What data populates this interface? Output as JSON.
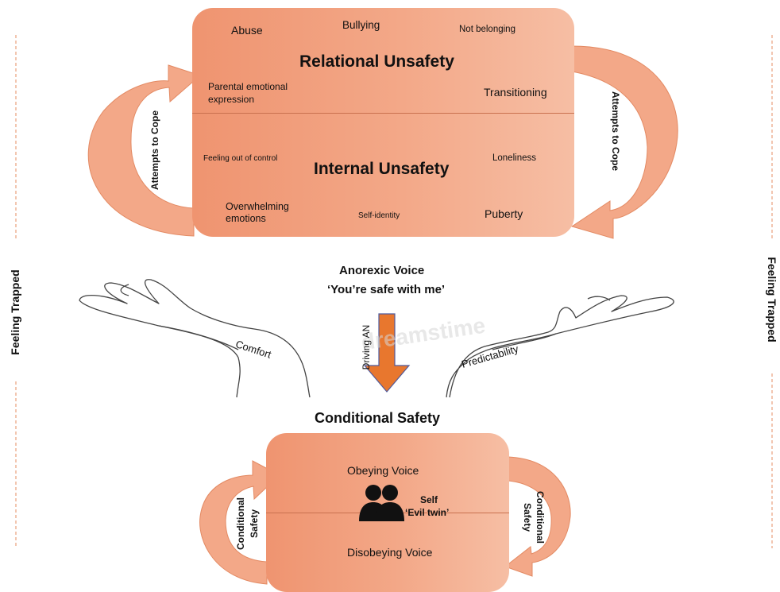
{
  "side_labels": {
    "left": "Feeling Trapped",
    "right": "Feeling Trapped"
  },
  "top_box": {
    "relational_title": "Relational Unsafety",
    "relational_items": {
      "abuse": "Abuse",
      "bullying": "Bullying",
      "not_belonging": "Not belonging",
      "parental_line1": "Parental emotional",
      "parental_line2": "expression",
      "transitioning": "Transitioning"
    },
    "internal_title": "Internal Unsafety",
    "internal_items": {
      "out_of_control": "Feeling out of control",
      "loneliness": "Loneliness",
      "overwhelming_line1": "Overwhelming",
      "overwhelming_line2": "emotions",
      "self_identity": "Self-identity",
      "puberty": "Puberty"
    },
    "left_arrow_label": "Attempts to Cope",
    "right_arrow_label": "Attempts to Cope"
  },
  "middle": {
    "voice_title": "Anorexic Voice",
    "voice_quote": "‘You’re safe with me’",
    "arrow_label": "Driving AN",
    "left_hand_label": "Comfort",
    "right_hand_label": "Predictability",
    "watermark": "dreamstime"
  },
  "bottom_box": {
    "title": "Conditional Safety",
    "obeying": "Obeying Voice",
    "disobeying": "Disobeying Voice",
    "self_label": "Self",
    "evil_twin_label": "‘Evil twin’",
    "left_arrow_line1": "Conditional",
    "left_arrow_line2": "Safety",
    "right_arrow_line1": "Conditional",
    "right_arrow_line2": "Safety"
  },
  "colors": {
    "box_fill_start": "#ef9470",
    "box_fill_end": "#f6bea4",
    "arrow_fill": "#f3a888",
    "down_arrow": "#e8772e",
    "down_arrow_outline": "#4f5a9c",
    "dashed_line": "#e9a07d"
  },
  "icons": [
    "curved-arrow-icon",
    "down-arrow-icon",
    "hand-icon",
    "people-icon"
  ]
}
